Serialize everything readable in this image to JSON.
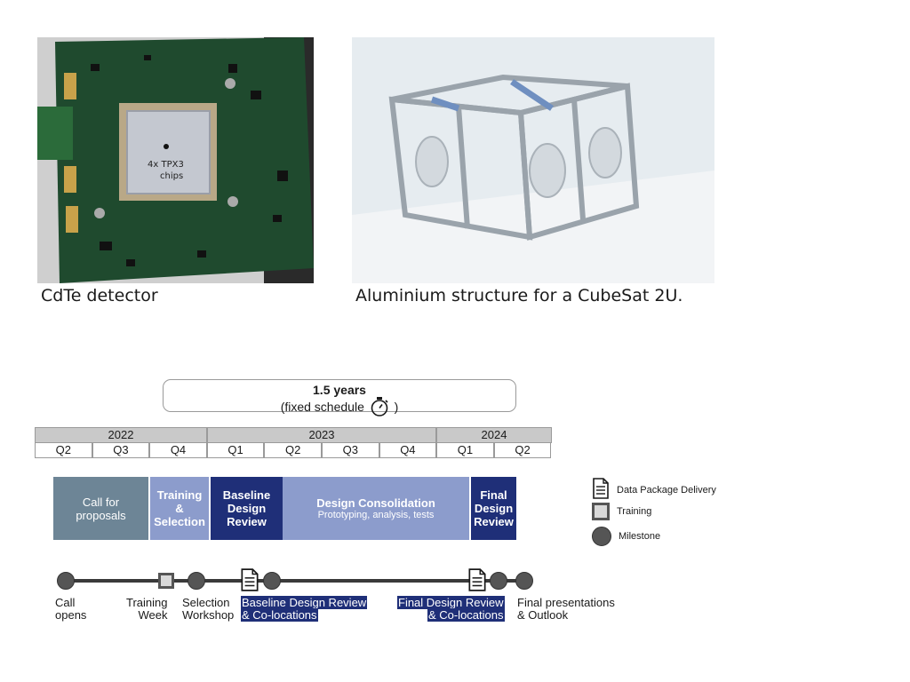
{
  "photos": {
    "left_caption": "CdTe detector",
    "left_chip_text_line1": "4x TPX3",
    "left_chip_text_line2": "chips",
    "right_caption": "Aluminium structure for a CubeSat 2U."
  },
  "duration": {
    "title": "1.5 years",
    "subtitle_prefix": "(fixed schedule",
    "subtitle_suffix": ")"
  },
  "years": [
    "2022",
    "2023",
    "2024"
  ],
  "quarters": [
    "Q2",
    "Q3",
    "Q4",
    "Q1",
    "Q2",
    "Q3",
    "Q4",
    "Q1",
    "Q2"
  ],
  "phases": {
    "call": {
      "line1": "Call for",
      "line2": "proposals",
      "color": "#6d8596"
    },
    "training": {
      "line1": "Training",
      "line2": "&",
      "line3": "Selection",
      "color": "#8c9ccc"
    },
    "baseline": {
      "line1": "Baseline",
      "line2": "Design",
      "line3": "Review",
      "color": "#1f2f78"
    },
    "consolidation": {
      "title": "Design Consolidation",
      "subtitle": "Prototyping, analysis, tests",
      "color": "#8c9ccc"
    },
    "final": {
      "line1": "Final",
      "line2": "Design",
      "line3": "Review",
      "color": "#1f2f78"
    }
  },
  "legend": {
    "delivery": "Data Package Delivery",
    "training": "Training",
    "milestone": "Milestone"
  },
  "milestones": {
    "call_opens_1": "Call",
    "call_opens_2": "opens",
    "training_week_1": "Training",
    "training_week_2": "Week",
    "selection_1": "Selection",
    "selection_2": "Workshop",
    "bdr_1": "Baseline Design Review",
    "bdr_2": "& Co-locations",
    "fdr_1": "Final Design Review",
    "fdr_2": "& Co-locations",
    "final_1": "Final presentations",
    "final_2": "& Outlook"
  },
  "colors": {
    "dark_navy": "#1f2f78",
    "light_periwinkle": "#8c9ccc",
    "slate": "#6d8596",
    "grid_gray": "#c9c9c9"
  }
}
